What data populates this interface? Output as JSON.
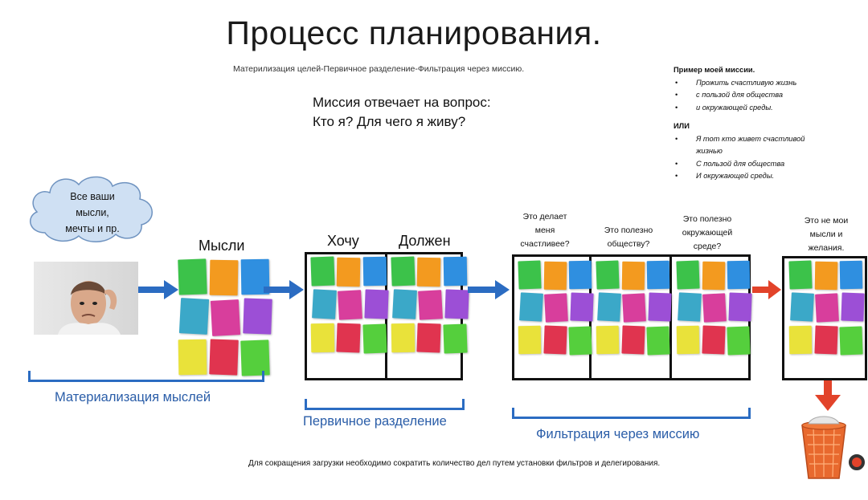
{
  "title": "Процесс планирования.",
  "subtitle": "Материлизация целей-Первичное разделение-Фильтрация через миссию.",
  "question": {
    "line1": "Миссия отвечает на вопрос:",
    "line2": "Кто я? Для чего я живу?"
  },
  "mission_example": {
    "heading": "Пример моей миссии.",
    "items1": [
      "Прожить счастливую жизнь",
      "с пользой для общества",
      "и окружающей среды."
    ],
    "or": "ИЛИ",
    "items2": [
      "Я тот кто живет счастливой жизнью",
      "С пользой для общества",
      "И окружающей среды."
    ]
  },
  "cloud": {
    "line1": "Все ваши",
    "line2": "мысли,",
    "line3": "мечты и пр."
  },
  "labels": {
    "thoughts": "Мысли",
    "want": "Хочу",
    "must": "Должен",
    "happy_l1": "Это делает",
    "happy_l2": "меня",
    "happy_l3": "счастливее?",
    "society_l1": "Это полезно",
    "society_l2": "обществу?",
    "env_l1": "Это полезно",
    "env_l2": "окружающей",
    "env_l3": "среде?",
    "notmine_l1": "Это не мои",
    "notmine_l2": "мысли и",
    "notmine_l3": "желания."
  },
  "stages": {
    "materialization": "Материализация мыслей",
    "primary": "Первичное разделение",
    "filtering": "Фильтрация через миссию"
  },
  "footer": "Для сокращения загрузки необходимо сократить количество дел путем установки фильтров и делегирования.",
  "colors": {
    "accent_blue": "#2b6cc2",
    "arrow_red": "#e2432a",
    "sticky": [
      "#3cc24a",
      "#f39a1f",
      "#2f8fe0",
      "#3ba8c8",
      "#d83e9c",
      "#9c4fd6",
      "#e9e23a",
      "#e0344f",
      "#55cf3d"
    ]
  }
}
